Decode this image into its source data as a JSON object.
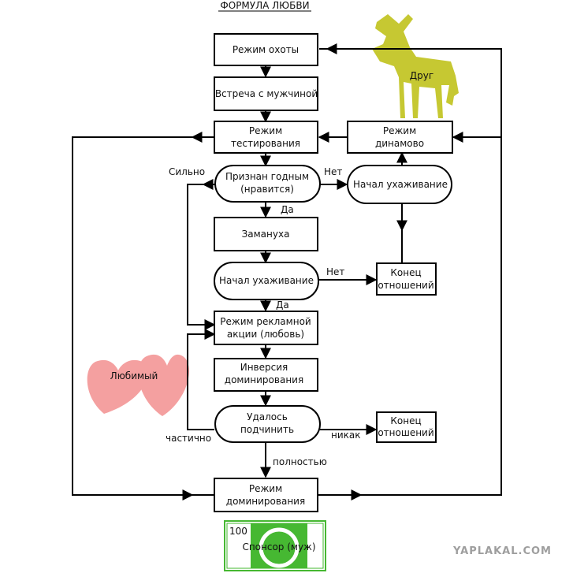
{
  "title": "ФОРМУЛА ЛЮБВИ",
  "nodes": {
    "hunt": "Режим охоты",
    "meeting": "Встреча с мужчиной",
    "testing_1": "Режим",
    "testing_2": "тестирования",
    "approved_1": "Признан годным",
    "approved_2": "(нравится)",
    "lure": "Замануха",
    "courtship_1": "Начал ухаживание",
    "ad_1": "Режим рекламной",
    "ad_2": "акции (любовь)",
    "inversion_1": "Инверсия",
    "inversion_2": "доминирования",
    "subdue_1": "Удалось",
    "subdue_2": "подчинить",
    "domination_1": "Режим",
    "domination_2": "доминирования",
    "dynamo_1": "Режим",
    "dynamo_2": "динамово",
    "courtship_2": "Начал ухаживание",
    "end1_1": "Конец",
    "end1_2": "отношений",
    "end2_1": "Конец",
    "end2_2": "отношений"
  },
  "edges": {
    "strongly": "Сильно",
    "no_1": "Нет",
    "yes_1": "Да",
    "no_2": "Нет",
    "yes_2": "Да",
    "partially": "частично",
    "not_at_all": "никак",
    "fully": "полностью"
  },
  "figures": {
    "friend_label": "Друг",
    "friend_color": "#c6c832",
    "beloved_label": "Любимый",
    "beloved_color": "#f4a0a0",
    "banknote_value": "100",
    "banknote_label": "Спонсор (муж)",
    "banknote_color": "#46b832"
  },
  "watermark": "YAPLAKAL.COM"
}
